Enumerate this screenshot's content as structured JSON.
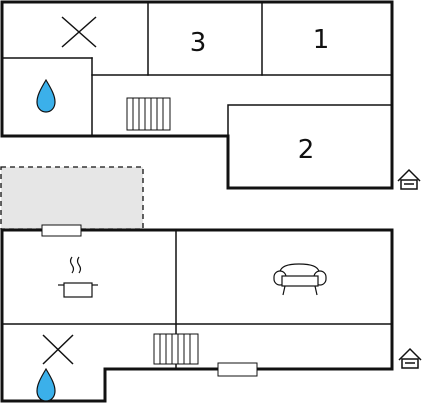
{
  "rooms": {
    "bedroom_3": "3",
    "bedroom_1": "1",
    "bedroom_2": "2"
  },
  "icons": {
    "storage": "x-icon",
    "bathroom": "water-drop-icon",
    "heater": "radiator-icon",
    "entrance": "house-entrance-icon",
    "kitchen": "cooking-pot-icon",
    "living_room": "sofa-icon",
    "window": "window-icon"
  },
  "colors": {
    "wall": "#111111",
    "terrace_fill": "#e6e6e6",
    "background": "#ffffff"
  }
}
